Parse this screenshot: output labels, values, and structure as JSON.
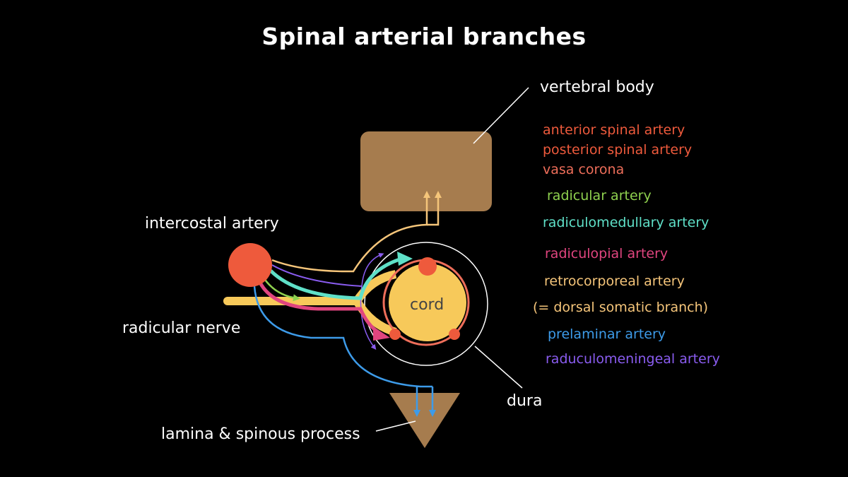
{
  "title": "Spinal arterial branches",
  "labels": {
    "vertebral_body": "vertebral body",
    "intercostal_artery": "intercostal artery",
    "radicular_nerve": "radicular nerve",
    "dura": "dura",
    "lamina": "lamina & spinous process",
    "cord": "cord"
  },
  "legend": [
    {
      "label": "anterior spinal artery",
      "color": "#ee5a3c"
    },
    {
      "label": "posterior spinal artery",
      "color": "#ee5a3c"
    },
    {
      "label": "vasa corona",
      "color": "#ee6e5a"
    },
    {
      "label": "radicular artery",
      "color": "#8fd14f"
    },
    {
      "label": "radiculomedullary artery",
      "color": "#5fe0c8"
    },
    {
      "label": "radiculopial artery",
      "color": "#e0457f"
    },
    {
      "label": "retrocorporeal artery",
      "color": "#f5c57a"
    },
    {
      "label": "(= dorsal somatic branch)",
      "color": "#f5c57a"
    },
    {
      "label": "prelaminar artery",
      "color": "#3d9be9"
    },
    {
      "label": "raduculomeningeal artery",
      "color": "#8a5cf0"
    }
  ],
  "colors": {
    "bone": "#a67c4e",
    "cord": "#f7c95a",
    "artery": "#ee5a3c",
    "dura": "#ffffff"
  }
}
